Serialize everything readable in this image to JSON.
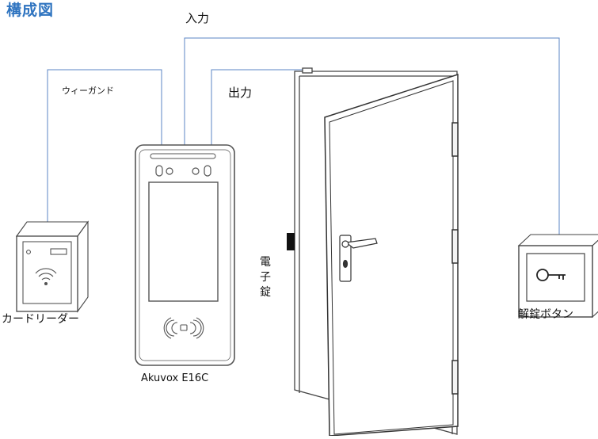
{
  "title": "構成図",
  "labels": {
    "input": "入力",
    "output": "出力",
    "wiegand": "ウィーガンド",
    "electric_lock": "電子錠",
    "card_reader": "カードリーダー",
    "device_model": "Akuvox E16C",
    "unlock_button": "解錠ボタン"
  },
  "colors": {
    "wire": "#5b84c4",
    "title": "#2f74c0",
    "outline": "#666666"
  },
  "icons": {
    "nfc": "contactless-icon",
    "wifi": "wireless-icon",
    "key": "key-icon"
  }
}
